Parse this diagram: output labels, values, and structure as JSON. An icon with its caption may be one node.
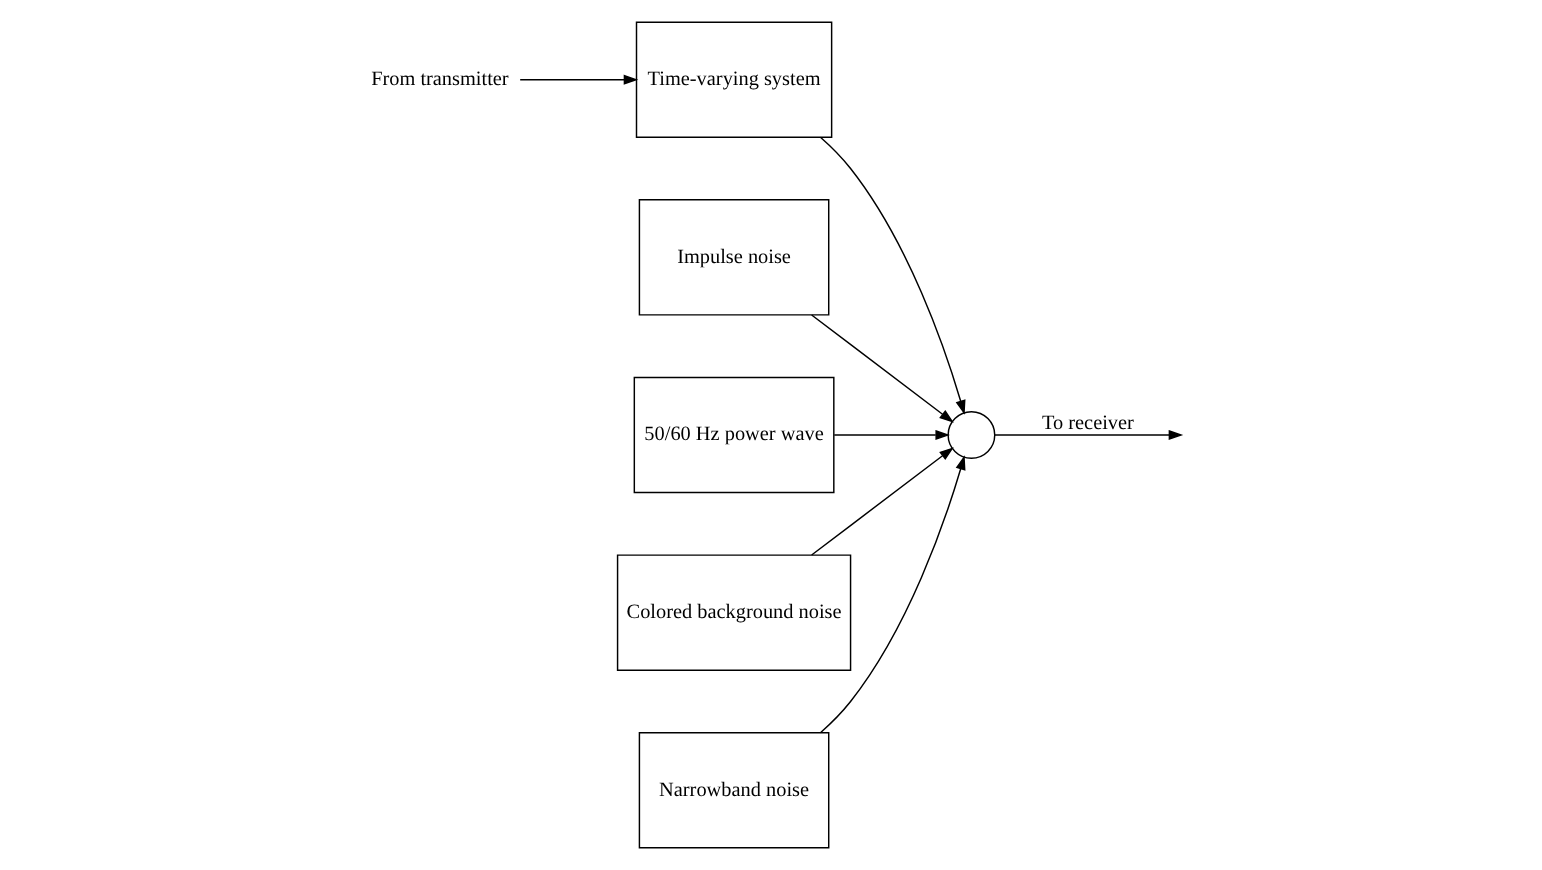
{
  "diagram": {
    "nodes": [
      {
        "text": [
          "From transmitter"
        ]
      },
      {
        "text": [
          "Time-varying system"
        ]
      },
      {
        "text": [
          "Impulse noise"
        ]
      },
      {
        "text": [
          "50/60 Hz power wave"
        ]
      },
      {
        "text": [],
        "shape": "circle"
      },
      {
        "text": [
          "Colored background noise"
        ]
      },
      {
        "text": [
          "Narrowband noise"
        ]
      }
    ],
    "edges": [
      {
        "from": 0,
        "to": 1,
        "arrow": "to"
      },
      {
        "from": 1,
        "to": 4,
        "arrow": "to"
      },
      {
        "from": 2,
        "to": 4,
        "arrow": "to"
      },
      {
        "from": 3,
        "to": 4,
        "arrow": "to"
      },
      {
        "from": 5,
        "to": 4,
        "arrow": "to"
      },
      {
        "from": 6,
        "to": 4,
        "arrow": "to"
      },
      {
        "from": 4,
        "to": null,
        "arrow": "to",
        "label": "To receiver"
      }
    ]
  }
}
